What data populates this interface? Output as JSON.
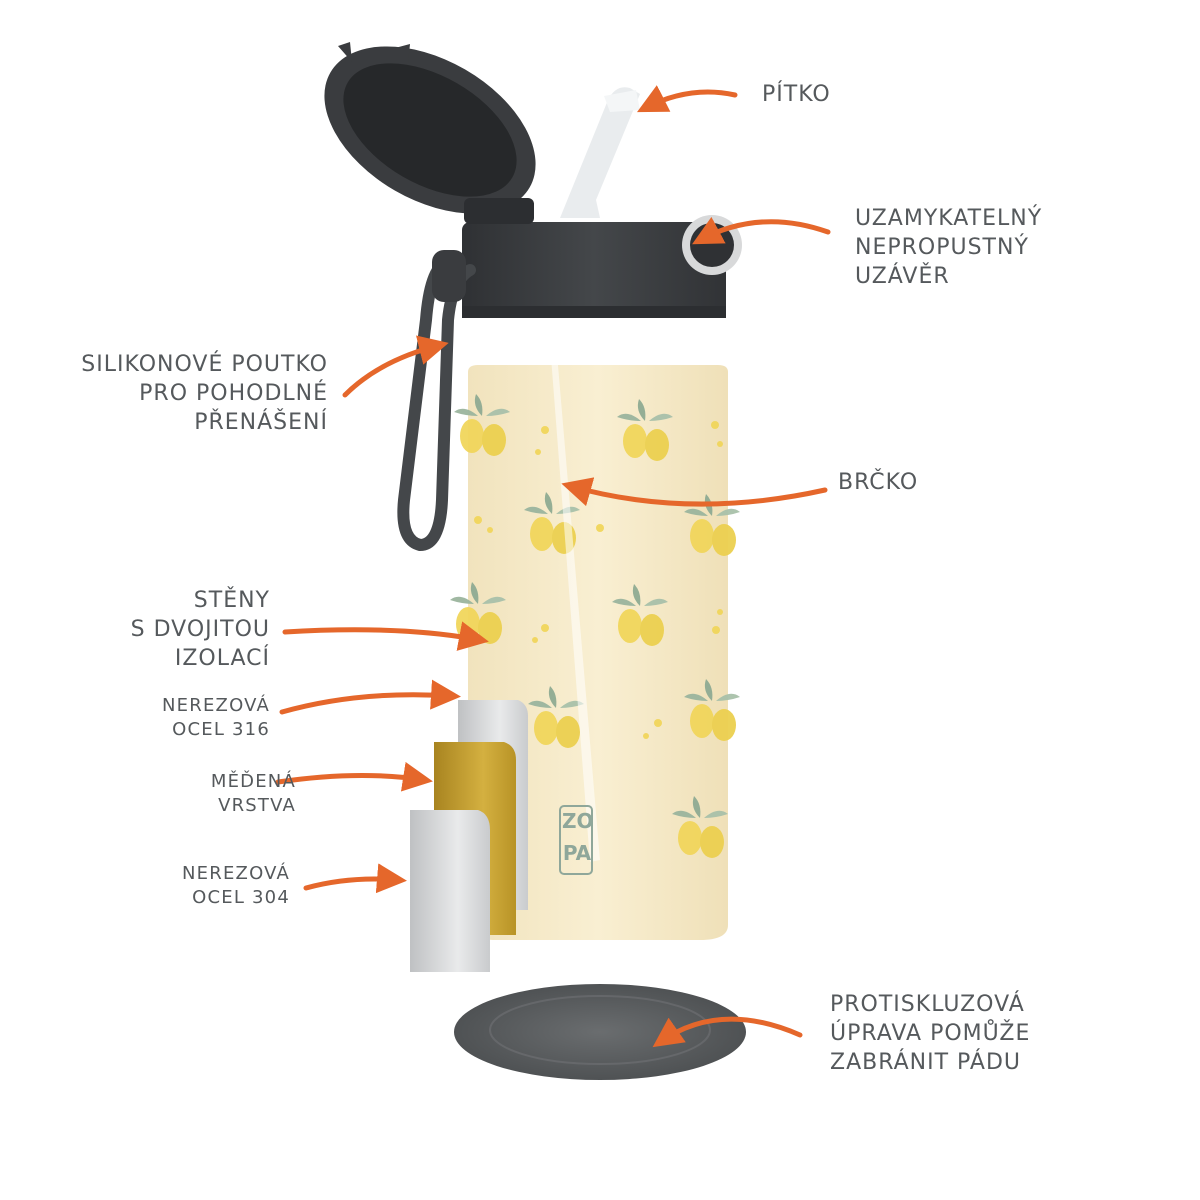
{
  "labels": {
    "pitko": "PÍTKO",
    "uzaver": "UZAMYKATELNÝ\nNEPROPUSTNÝ\nUZÁVĚR",
    "poutko": "SILIKONOVÉ POUTKO\nPRO POHODLNÉ\nPŘENÁŠENÍ",
    "brcko": "BRČKO",
    "steny": "STĚNY\nS DVOJITOU\nIZOLACÍ",
    "ocel316": "NEREZOVÁ\nOCEL 316",
    "med": "MĚĎENÁ\nVRSTVA",
    "ocel304": "NEREZOVÁ\nOCEL 304",
    "protiskluz": "PROTISKLUZOVÁ\nÚPRAVA POMŮŽE\nZABRÁNIT PÁDU"
  },
  "brand": {
    "logo_top": "ZO",
    "logo_bottom": "PA"
  },
  "colors": {
    "arrow": "#e5672b",
    "text": "#55595c",
    "bottle_body": "#f8edcc",
    "lid": "#3b3d40",
    "lemon": "#f1d65c",
    "leaf": "#9bb59e",
    "steel": "#d7d8d9",
    "copper": "#c8a233",
    "base_pad": "#5b5e60"
  }
}
